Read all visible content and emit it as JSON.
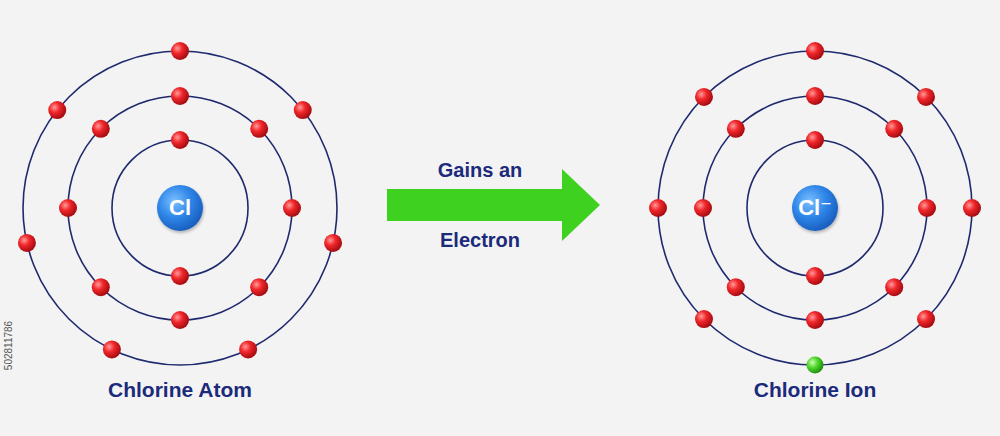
{
  "diagram": {
    "nodes": [
      {
        "text": [
          "Chlorine Atom"
        ]
      },
      {
        "text": [
          "Cl"
        ],
        "in": 0
      },
      {
        "text": [
          "Chlorine Ion"
        ]
      },
      {
        "text": [
          "Cl⁻"
        ],
        "in": 2
      }
    ],
    "edges": [
      {
        "from": 0,
        "to": 2,
        "arrow": "to"
      }
    ],
    "labels": [
      "Gains an",
      "Electron",
      "502811786"
    ]
  }
}
